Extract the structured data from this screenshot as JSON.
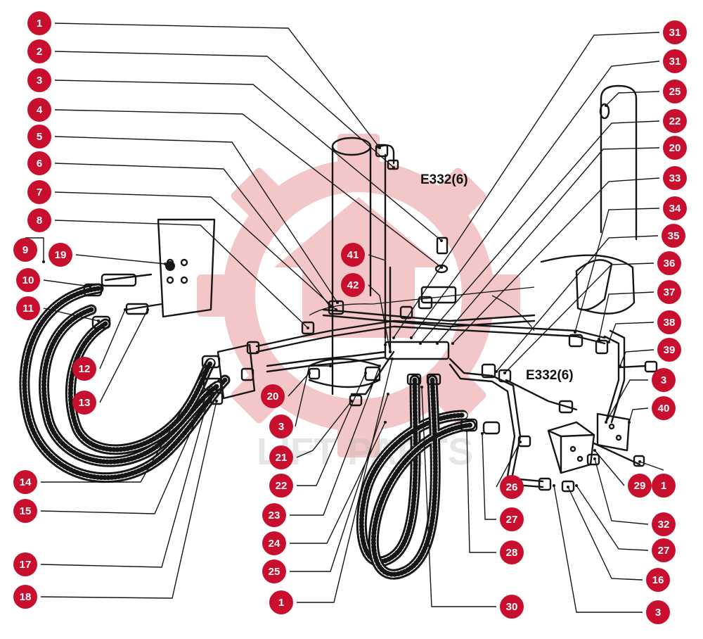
{
  "colors": {
    "callout": "#c8102e",
    "ink": "#151515",
    "watermark_gear": "#f3c7c7",
    "watermark_text": "#b9b9b9"
  },
  "references": [
    "E332(6)",
    "E332(6)"
  ],
  "watermark": {
    "icon": "gear-logo-icon",
    "text": "LIFT PARTS"
  },
  "callouts": [
    {
      "label": "1"
    },
    {
      "label": "2"
    },
    {
      "label": "3"
    },
    {
      "label": "4"
    },
    {
      "label": "5"
    },
    {
      "label": "6"
    },
    {
      "label": "7"
    },
    {
      "label": "8"
    },
    {
      "label": "9"
    },
    {
      "label": "10"
    },
    {
      "label": "11"
    },
    {
      "label": "12"
    },
    {
      "label": "13"
    },
    {
      "label": "14"
    },
    {
      "label": "15"
    },
    {
      "label": "17"
    },
    {
      "label": "18"
    },
    {
      "label": "19"
    },
    {
      "label": "20"
    },
    {
      "label": "3"
    },
    {
      "label": "21"
    },
    {
      "label": "22"
    },
    {
      "label": "23"
    },
    {
      "label": "24"
    },
    {
      "label": "25"
    },
    {
      "label": "1"
    },
    {
      "label": "41"
    },
    {
      "label": "42"
    },
    {
      "label": "26"
    },
    {
      "label": "27"
    },
    {
      "label": "28"
    },
    {
      "label": "30"
    },
    {
      "label": "31"
    },
    {
      "label": "31"
    },
    {
      "label": "25"
    },
    {
      "label": "22"
    },
    {
      "label": "20"
    },
    {
      "label": "33"
    },
    {
      "label": "34"
    },
    {
      "label": "35"
    },
    {
      "label": "36"
    },
    {
      "label": "37"
    },
    {
      "label": "38"
    },
    {
      "label": "39"
    },
    {
      "label": "3"
    },
    {
      "label": "40"
    },
    {
      "label": "29"
    },
    {
      "label": "1"
    },
    {
      "label": "32"
    },
    {
      "label": "27"
    },
    {
      "label": "16"
    },
    {
      "label": "3"
    }
  ]
}
